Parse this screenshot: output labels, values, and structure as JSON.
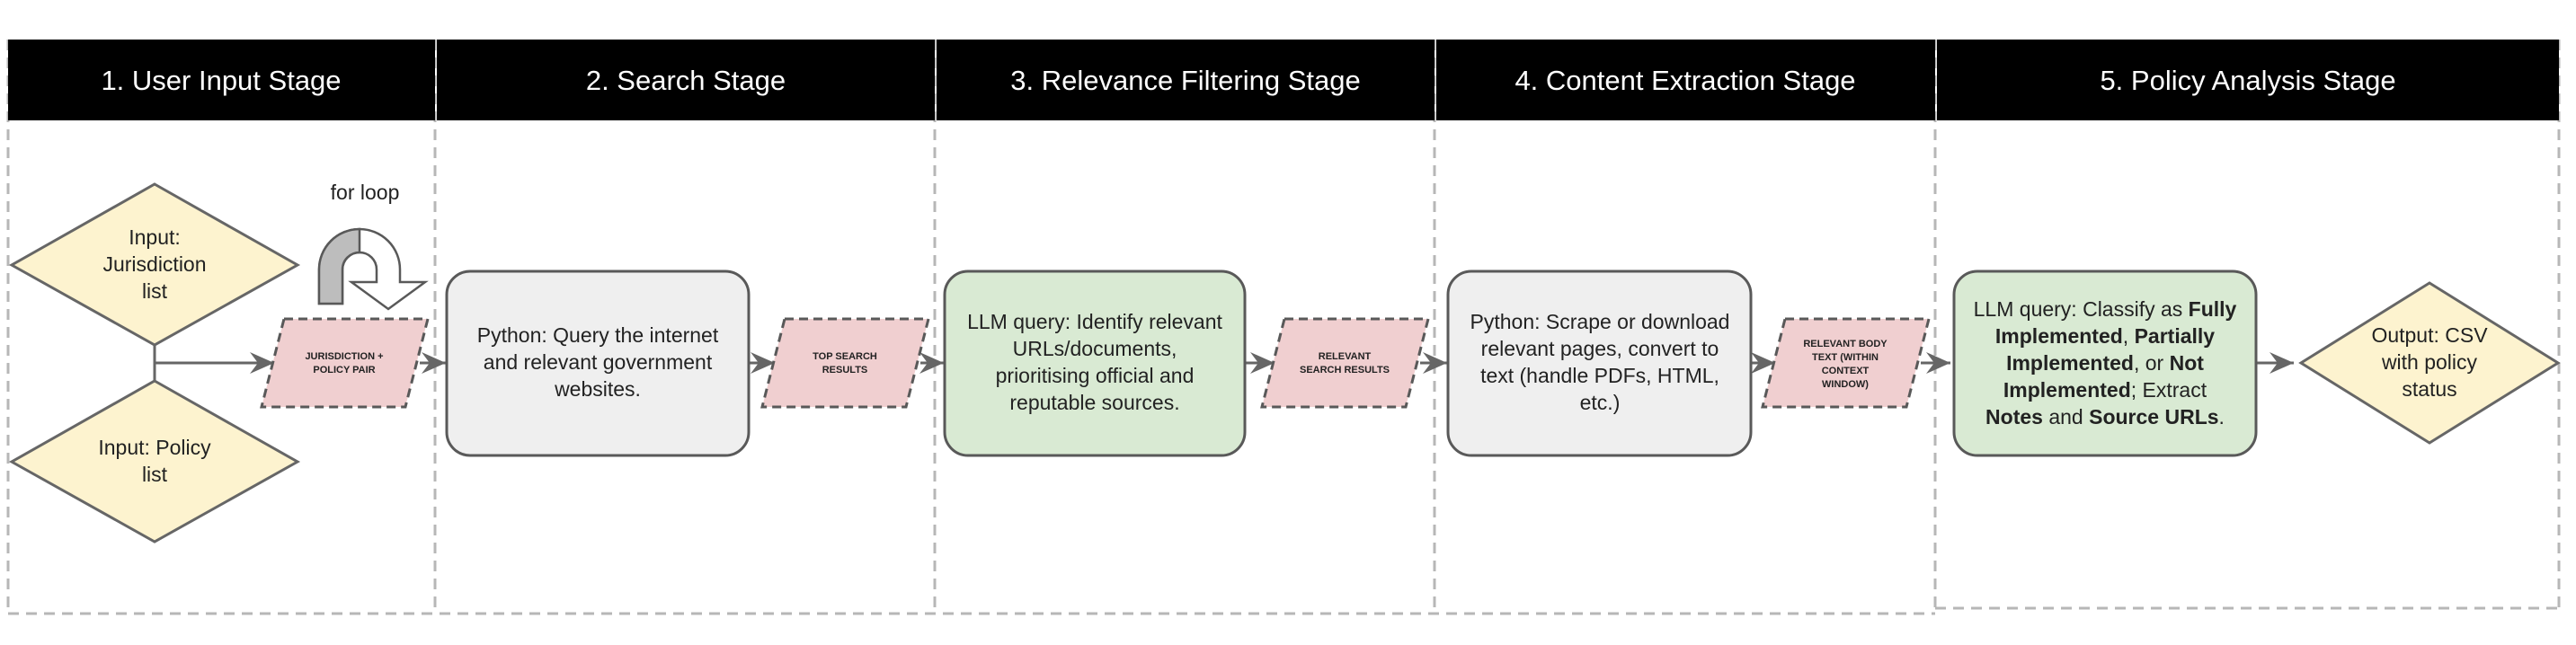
{
  "stages": [
    {
      "label": "1. User Input Stage"
    },
    {
      "label": "2. Search Stage"
    },
    {
      "label": "3. Relevance Filtering Stage"
    },
    {
      "label": "4. Content Extraction Stage"
    },
    {
      "label": "5. Policy Analysis Stage"
    }
  ],
  "inputs": {
    "jurisdiction": [
      "Input:",
      "Jurisdiction",
      "list"
    ],
    "policy": [
      "Input: Policy",
      "list"
    ]
  },
  "loop_label": "for loop",
  "data_items": {
    "pair": [
      "JURISDICTION +",
      "POLICY PAIR"
    ],
    "top_results": [
      "TOP SEARCH",
      "RESULTS"
    ],
    "relevant_results": [
      "RELEVANT",
      "SEARCH RESULTS"
    ],
    "body_text": [
      "RELEVANT BODY",
      "TEXT (WITHIN",
      "CONTEXT",
      "WINDOW)"
    ]
  },
  "processes": {
    "search": [
      "Python: Query the internet",
      "and relevant government",
      "websites."
    ],
    "filter": [
      "LLM query: Identify relevant",
      "URLs/documents,",
      "prioritising official and",
      "reputable sources."
    ],
    "extract": [
      "Python: Scrape or download",
      "relevant pages, convert to",
      "text (handle PDFs, HTML,",
      "etc.)"
    ],
    "classify": [
      [
        {
          "t": "LLM query: Classify as ",
          "b": false
        },
        {
          "t": "Fully",
          "b": true
        }
      ],
      [
        {
          "t": "Implemented",
          "b": true
        },
        {
          "t": ", ",
          "b": false
        },
        {
          "t": "Partially",
          "b": true
        }
      ],
      [
        {
          "t": "Implemented",
          "b": true
        },
        {
          "t": ", or ",
          "b": false
        },
        {
          "t": "Not",
          "b": true
        }
      ],
      [
        {
          "t": "Implemented",
          "b": true
        },
        {
          "t": "; Extract",
          "b": false
        }
      ],
      [
        {
          "t": "Notes",
          "b": true
        },
        {
          "t": " and ",
          "b": false
        },
        {
          "t": "Source URLs",
          "b": true
        },
        {
          "t": ".",
          "b": false
        }
      ]
    ]
  },
  "output": [
    "Output: CSV",
    "with policy",
    "status"
  ],
  "colors": {
    "header_bg": "#000000",
    "input_fill": "#fdf3cf",
    "data_fill": "#f0cfd0",
    "python_fill": "#efefef",
    "llm_fill": "#d9ead3",
    "stroke": "#666666",
    "dash": "#b7b7b7"
  }
}
